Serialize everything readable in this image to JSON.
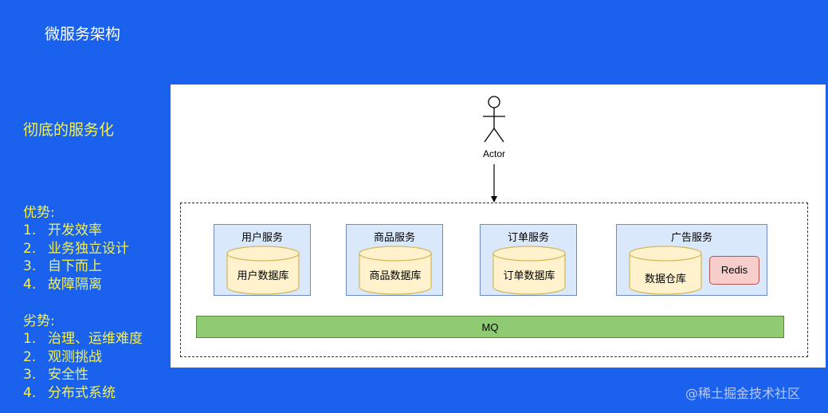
{
  "slide": {
    "title": "微服务架构",
    "subtitle": "彻底的服务化"
  },
  "pros": {
    "heading": "优势:",
    "items": [
      {
        "num": "1.",
        "text": "开发效率"
      },
      {
        "num": "2.",
        "text": "业务独立设计"
      },
      {
        "num": "3.",
        "text": "自下而上"
      },
      {
        "num": "4.",
        "text": "故障隔离"
      }
    ]
  },
  "cons": {
    "heading": "劣势:",
    "items": [
      {
        "num": "1.",
        "text": "治理、运维难度"
      },
      {
        "num": "2.",
        "text": "观测挑战"
      },
      {
        "num": "3.",
        "text": "安全性"
      },
      {
        "num": "4.",
        "text": "分布式系统"
      }
    ]
  },
  "diagram": {
    "actor": "Actor",
    "services": [
      {
        "title": "用户服务",
        "db": "用户数据库"
      },
      {
        "title": "商品服务",
        "db": "商品数据库"
      },
      {
        "title": "订单服务",
        "db": "订单数据库"
      },
      {
        "title": "广告服务",
        "db": "数据仓库",
        "cache": "Redis"
      }
    ],
    "mq": "MQ"
  },
  "footer": "@稀土掘金技术社区",
  "colors": {
    "background": "#1a62ee",
    "list_text": "#f2f05a",
    "service_fill": "#dae8fc",
    "db_fill": "#fff2cc",
    "redis_fill": "#f8cecc",
    "mq_fill": "#8fcb72"
  }
}
